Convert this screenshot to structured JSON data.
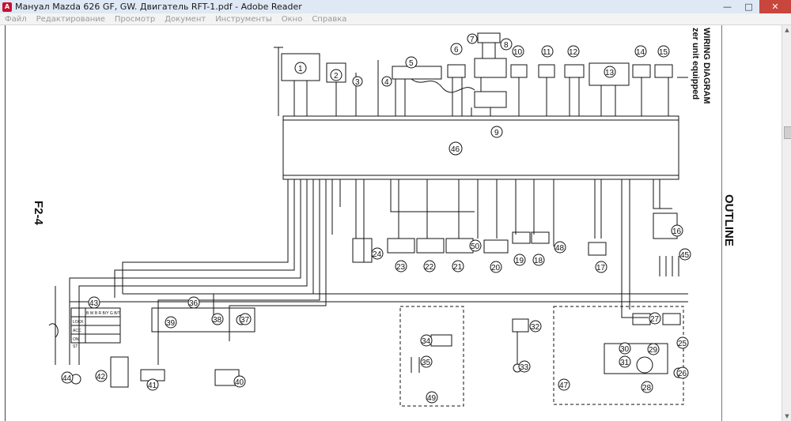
{
  "window": {
    "title": "Мануал Mazda 626 GF, GW. Двигатель RFT-1.pdf - Adobe Reader",
    "app_icon": "adobe-reader-icon",
    "controls": [
      "—",
      "□",
      "✕"
    ]
  },
  "menu": [
    "Файл",
    "Редактирование",
    "Просмотр",
    "Документ",
    "Инструменты",
    "Окно",
    "Справка"
  ],
  "page": {
    "side_title": "WIRING DIAGRAM",
    "side_subtitle": "zer unit equipped",
    "section": "OUTLINE",
    "page_code": "F2-4",
    "ecu_label": "46",
    "components": [
      "1",
      "2",
      "3",
      "4",
      "5",
      "6",
      "7",
      "8",
      "9",
      "10",
      "11",
      "12",
      "13",
      "14",
      "15",
      "16",
      "17",
      "18",
      "19",
      "20",
      "21",
      "22",
      "23",
      "24",
      "25",
      "26",
      "27",
      "28",
      "29",
      "30",
      "31",
      "32",
      "33",
      "34",
      "35",
      "36",
      "37",
      "38",
      "39",
      "40",
      "41",
      "42",
      "43",
      "44",
      "45",
      "47",
      "48",
      "49",
      "50"
    ],
    "switch_table": {
      "header": "B W B R B/Y G B/T",
      "rows": [
        "LOCK",
        "ACC",
        "ON",
        "ST"
      ]
    }
  }
}
